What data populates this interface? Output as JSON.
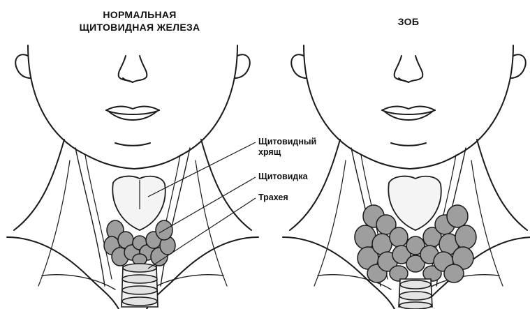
{
  "titles": {
    "normal_line1": "НОРМАЛЬНАЯ",
    "normal_line2": "ЩИТОВИДНАЯ ЖЕЛЕЗА",
    "goiter": "ЗОБ"
  },
  "labels": {
    "cartilage_line1": "Щитовидный",
    "cartilage_line2": "хрящ",
    "thyroid": "Щитовидка",
    "trachea": "Трахея"
  },
  "colors": {
    "line": "#1a1a1a",
    "gland_fill": "#9e9e9e",
    "cartilage_fill": "#f4f4f4",
    "background": "#ffffff"
  }
}
